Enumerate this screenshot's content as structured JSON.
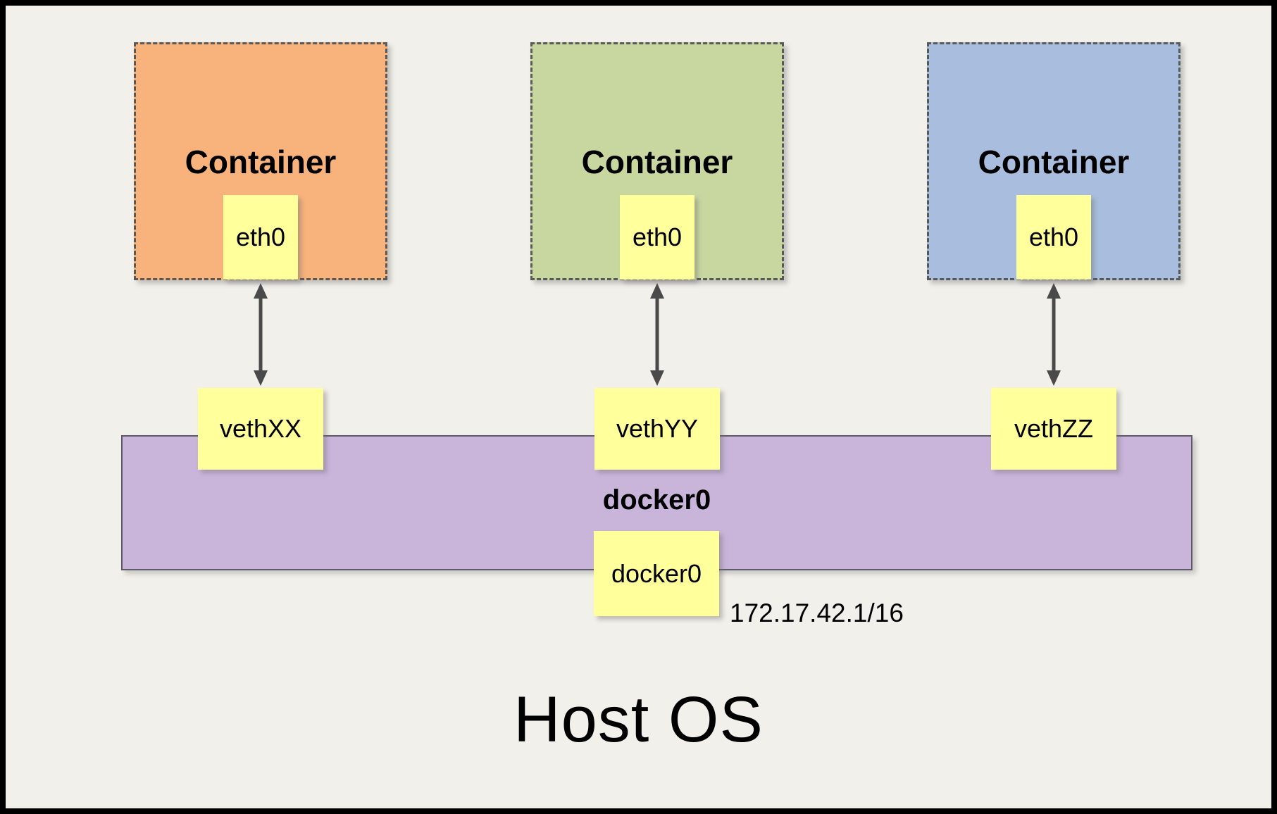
{
  "host": {
    "label": "Host OS"
  },
  "bridge": {
    "label": "docker0",
    "interface": "docker0",
    "ip": "172.17.42.1/16",
    "fill": "#c9b4da"
  },
  "containers": [
    {
      "label": "Container",
      "interface": "eth0",
      "veth": "vethXX",
      "fill": "#f8b37c"
    },
    {
      "label": "Container",
      "interface": "eth0",
      "veth": "vethYY",
      "fill": "#c8d7a0"
    },
    {
      "label": "Container",
      "interface": "eth0",
      "veth": "vethZZ",
      "fill": "#a9bede"
    }
  ],
  "colors": {
    "background": "#f2f0ea",
    "node_fill": "#ffff9c",
    "bridge_fill": "#c9b4da",
    "dashed_border": "#595959",
    "arrow": "#4a4a4a",
    "outer_border": "#000000"
  }
}
